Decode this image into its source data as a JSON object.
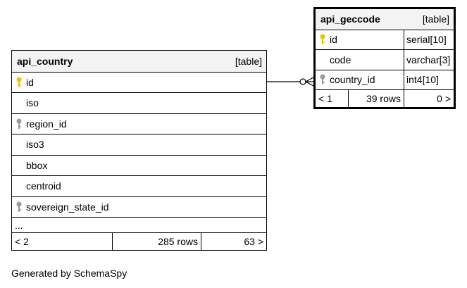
{
  "tables": {
    "country": {
      "name": "api_country",
      "kind": "[table]",
      "columns": [
        {
          "name": "id",
          "key": "primary-key-icon"
        },
        {
          "name": "iso",
          "key": ""
        },
        {
          "name": "region_id",
          "key": "foreign-key-icon"
        },
        {
          "name": "iso3",
          "key": ""
        },
        {
          "name": "bbox",
          "key": ""
        },
        {
          "name": "centroid",
          "key": ""
        },
        {
          "name": "sovereign_state_id",
          "key": "foreign-key-icon"
        }
      ],
      "more": "...",
      "footer": {
        "parents": "< 2",
        "rows": "285 rows",
        "children": "63 >"
      }
    },
    "geccode": {
      "name": "api_geccode",
      "kind": "[table]",
      "columns": [
        {
          "name": "id",
          "type": "serial[10]",
          "key": "primary-key-icon"
        },
        {
          "name": "code",
          "type": "varchar[3]",
          "key": ""
        },
        {
          "name": "country_id",
          "type": "int4[10]",
          "key": "foreign-key-icon"
        }
      ],
      "footer": {
        "parents": "< 1",
        "rows": "39 rows",
        "children": "0 >"
      }
    }
  },
  "relationship": {
    "from": "api_country.id",
    "to": "api_geccode.country_id",
    "notation": "one-to-zero-or-many"
  },
  "colors": {
    "primary_key": "#e8c400",
    "foreign_key": "#9a9a9a",
    "header_bg": "#f3f3f3"
  },
  "generated_by": "Generated by SchemaSpy"
}
